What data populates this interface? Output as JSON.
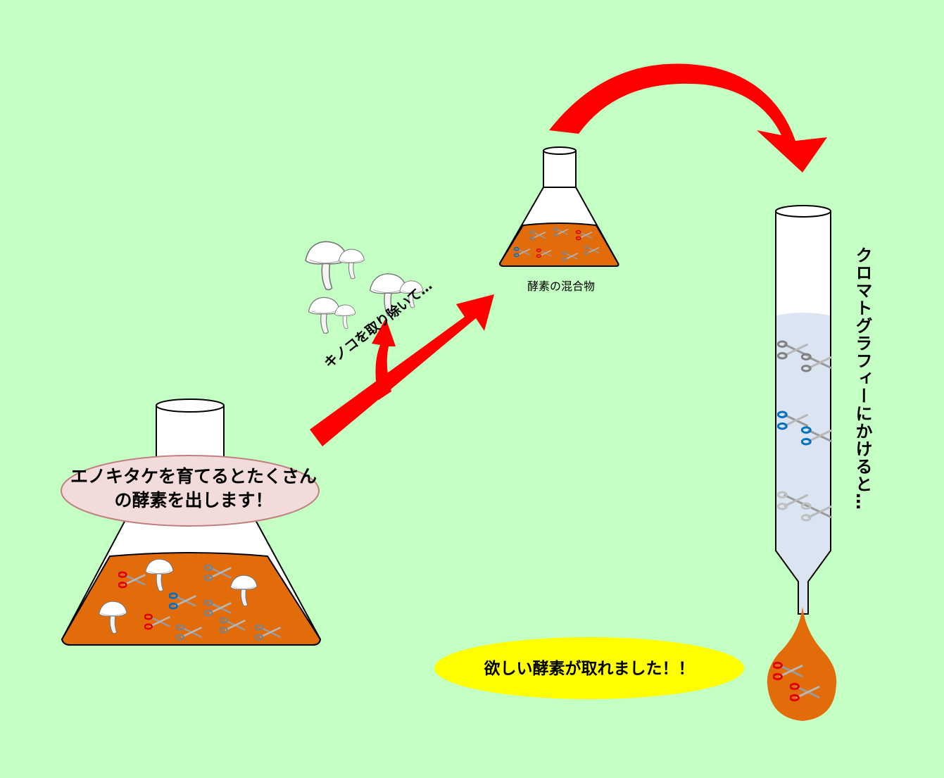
{
  "big_flask": {
    "speech_bubble": "エノキタケを育てるとたくさんの酵素を出します！"
  },
  "arrow_step": {
    "label": "キノコを取り除いて…"
  },
  "small_flask": {
    "label": "酵素の混合物"
  },
  "column": {
    "label": "クロマトグラフィーにかけると…"
  },
  "result": {
    "label": "欲しい酵素が取れました！！"
  },
  "colors": {
    "background": "#c4ffc4",
    "liquid": "#e36c0a",
    "arrow": "#ff0000",
    "speech_bubble": "#f2dcdb",
    "result_bubble": "#ffff00",
    "column_fluid": "#dbe5f1",
    "scissors_red": "#e00000",
    "scissors_blue": "#0070c0",
    "scissors_gray": "#808080"
  }
}
